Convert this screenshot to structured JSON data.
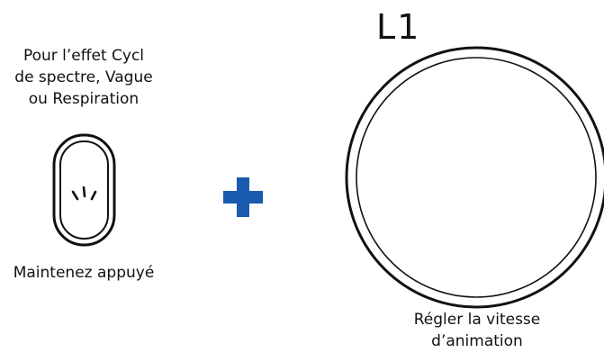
{
  "left_panel": {
    "instruction": "Pour l’effet Cycl\nde spectre, Vague\nou Respiration",
    "button_icon": "hold-button-icon",
    "hold_caption": "Maintenez appuyé"
  },
  "combine": {
    "icon": "plus-icon",
    "color": "#1a5bb0"
  },
  "right_panel": {
    "knob_label": "L1",
    "knob_icon": "rotary-knob-icon",
    "caption": "Régler la vitesse\nd’animation"
  }
}
